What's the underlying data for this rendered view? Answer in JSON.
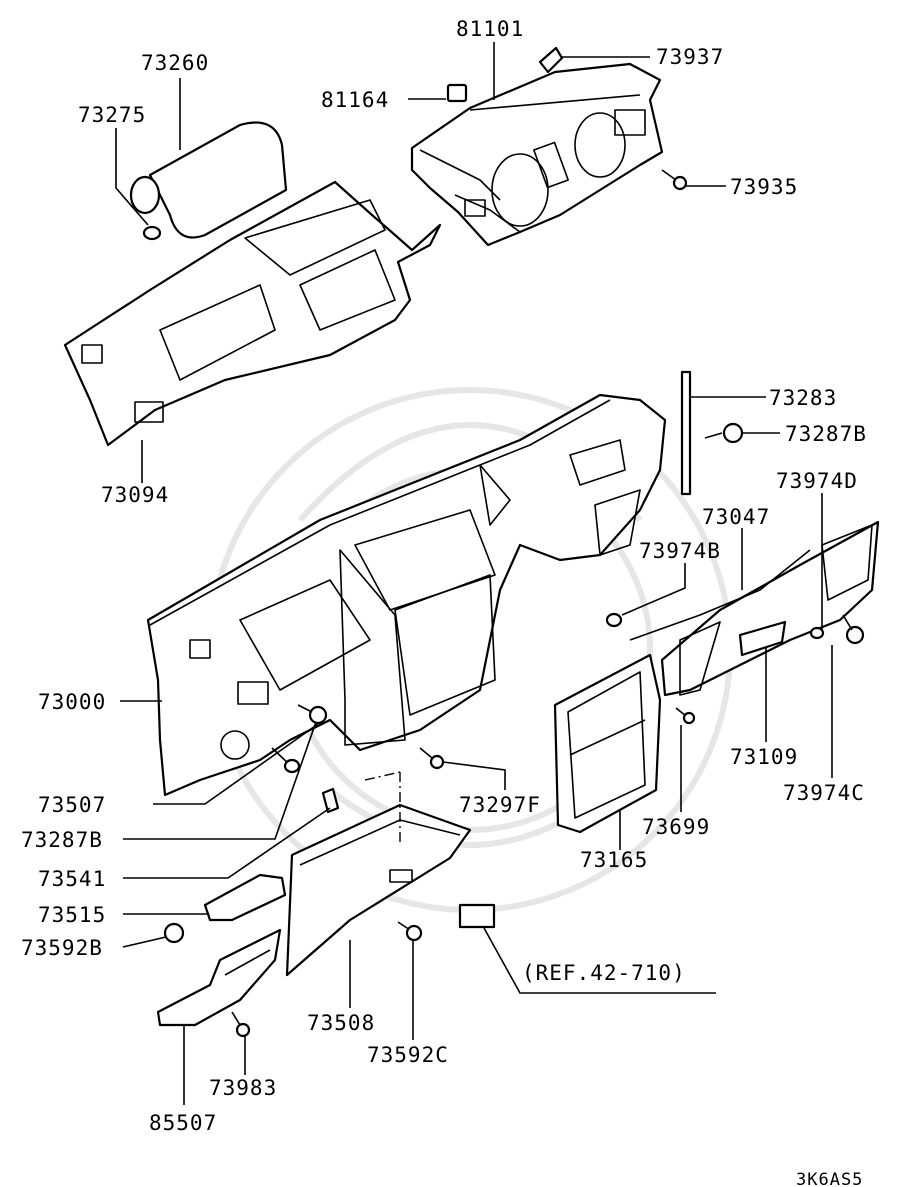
{
  "diagram_code": "3K6AS5",
  "reference_note": "(REF.42-710)",
  "parts": [
    {
      "id": "p81101",
      "label": "81101"
    },
    {
      "id": "p73937",
      "label": "73937"
    },
    {
      "id": "p81164",
      "label": "81164"
    },
    {
      "id": "p73260",
      "label": "73260"
    },
    {
      "id": "p73275",
      "label": "73275"
    },
    {
      "id": "p73935",
      "label": "73935"
    },
    {
      "id": "p73094",
      "label": "73094"
    },
    {
      "id": "p73283",
      "label": "73283"
    },
    {
      "id": "p73287B_a",
      "label": "73287B"
    },
    {
      "id": "p73974D",
      "label": "73974D"
    },
    {
      "id": "p73047",
      "label": "73047"
    },
    {
      "id": "p73974B",
      "label": "73974B"
    },
    {
      "id": "p73000",
      "label": "73000"
    },
    {
      "id": "p73109",
      "label": "73109"
    },
    {
      "id": "p73974C",
      "label": "73974C"
    },
    {
      "id": "p73507",
      "label": "73507"
    },
    {
      "id": "p73297F",
      "label": "73297F"
    },
    {
      "id": "p73699",
      "label": "73699"
    },
    {
      "id": "p73287B_b",
      "label": "73287B"
    },
    {
      "id": "p73165",
      "label": "73165"
    },
    {
      "id": "p73541",
      "label": "73541"
    },
    {
      "id": "p73515",
      "label": "73515"
    },
    {
      "id": "p73592B",
      "label": "73592B"
    },
    {
      "id": "p73508",
      "label": "73508"
    },
    {
      "id": "p73592C",
      "label": "73592C"
    },
    {
      "id": "p73983",
      "label": "73983"
    },
    {
      "id": "p85507",
      "label": "85507"
    }
  ]
}
